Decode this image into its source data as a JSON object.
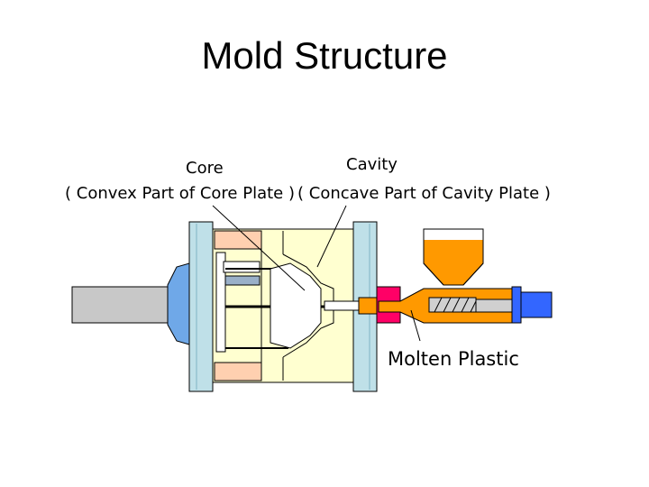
{
  "title": "Mold Structure",
  "labels": {
    "core": "Core",
    "core_description": "( Convex Part of Core Plate )",
    "cavity": "Cavity",
    "cavity_description": "( Concave Part of Cavity Plate )",
    "molten_plastic": "Molten Plastic"
  },
  "colors": {
    "ram": "#c8c8c8",
    "ram_head": "#6fa8e8",
    "platen": "#bfe0e8",
    "mold_body": "#ffffd0",
    "bush_block": "#ffd0b0",
    "plastic": "#ff9900",
    "hopper_fill": "#ff9900",
    "sprue_bush": "#ff0066",
    "plunger": "#3366ff",
    "screw": "#d0d0d0"
  }
}
